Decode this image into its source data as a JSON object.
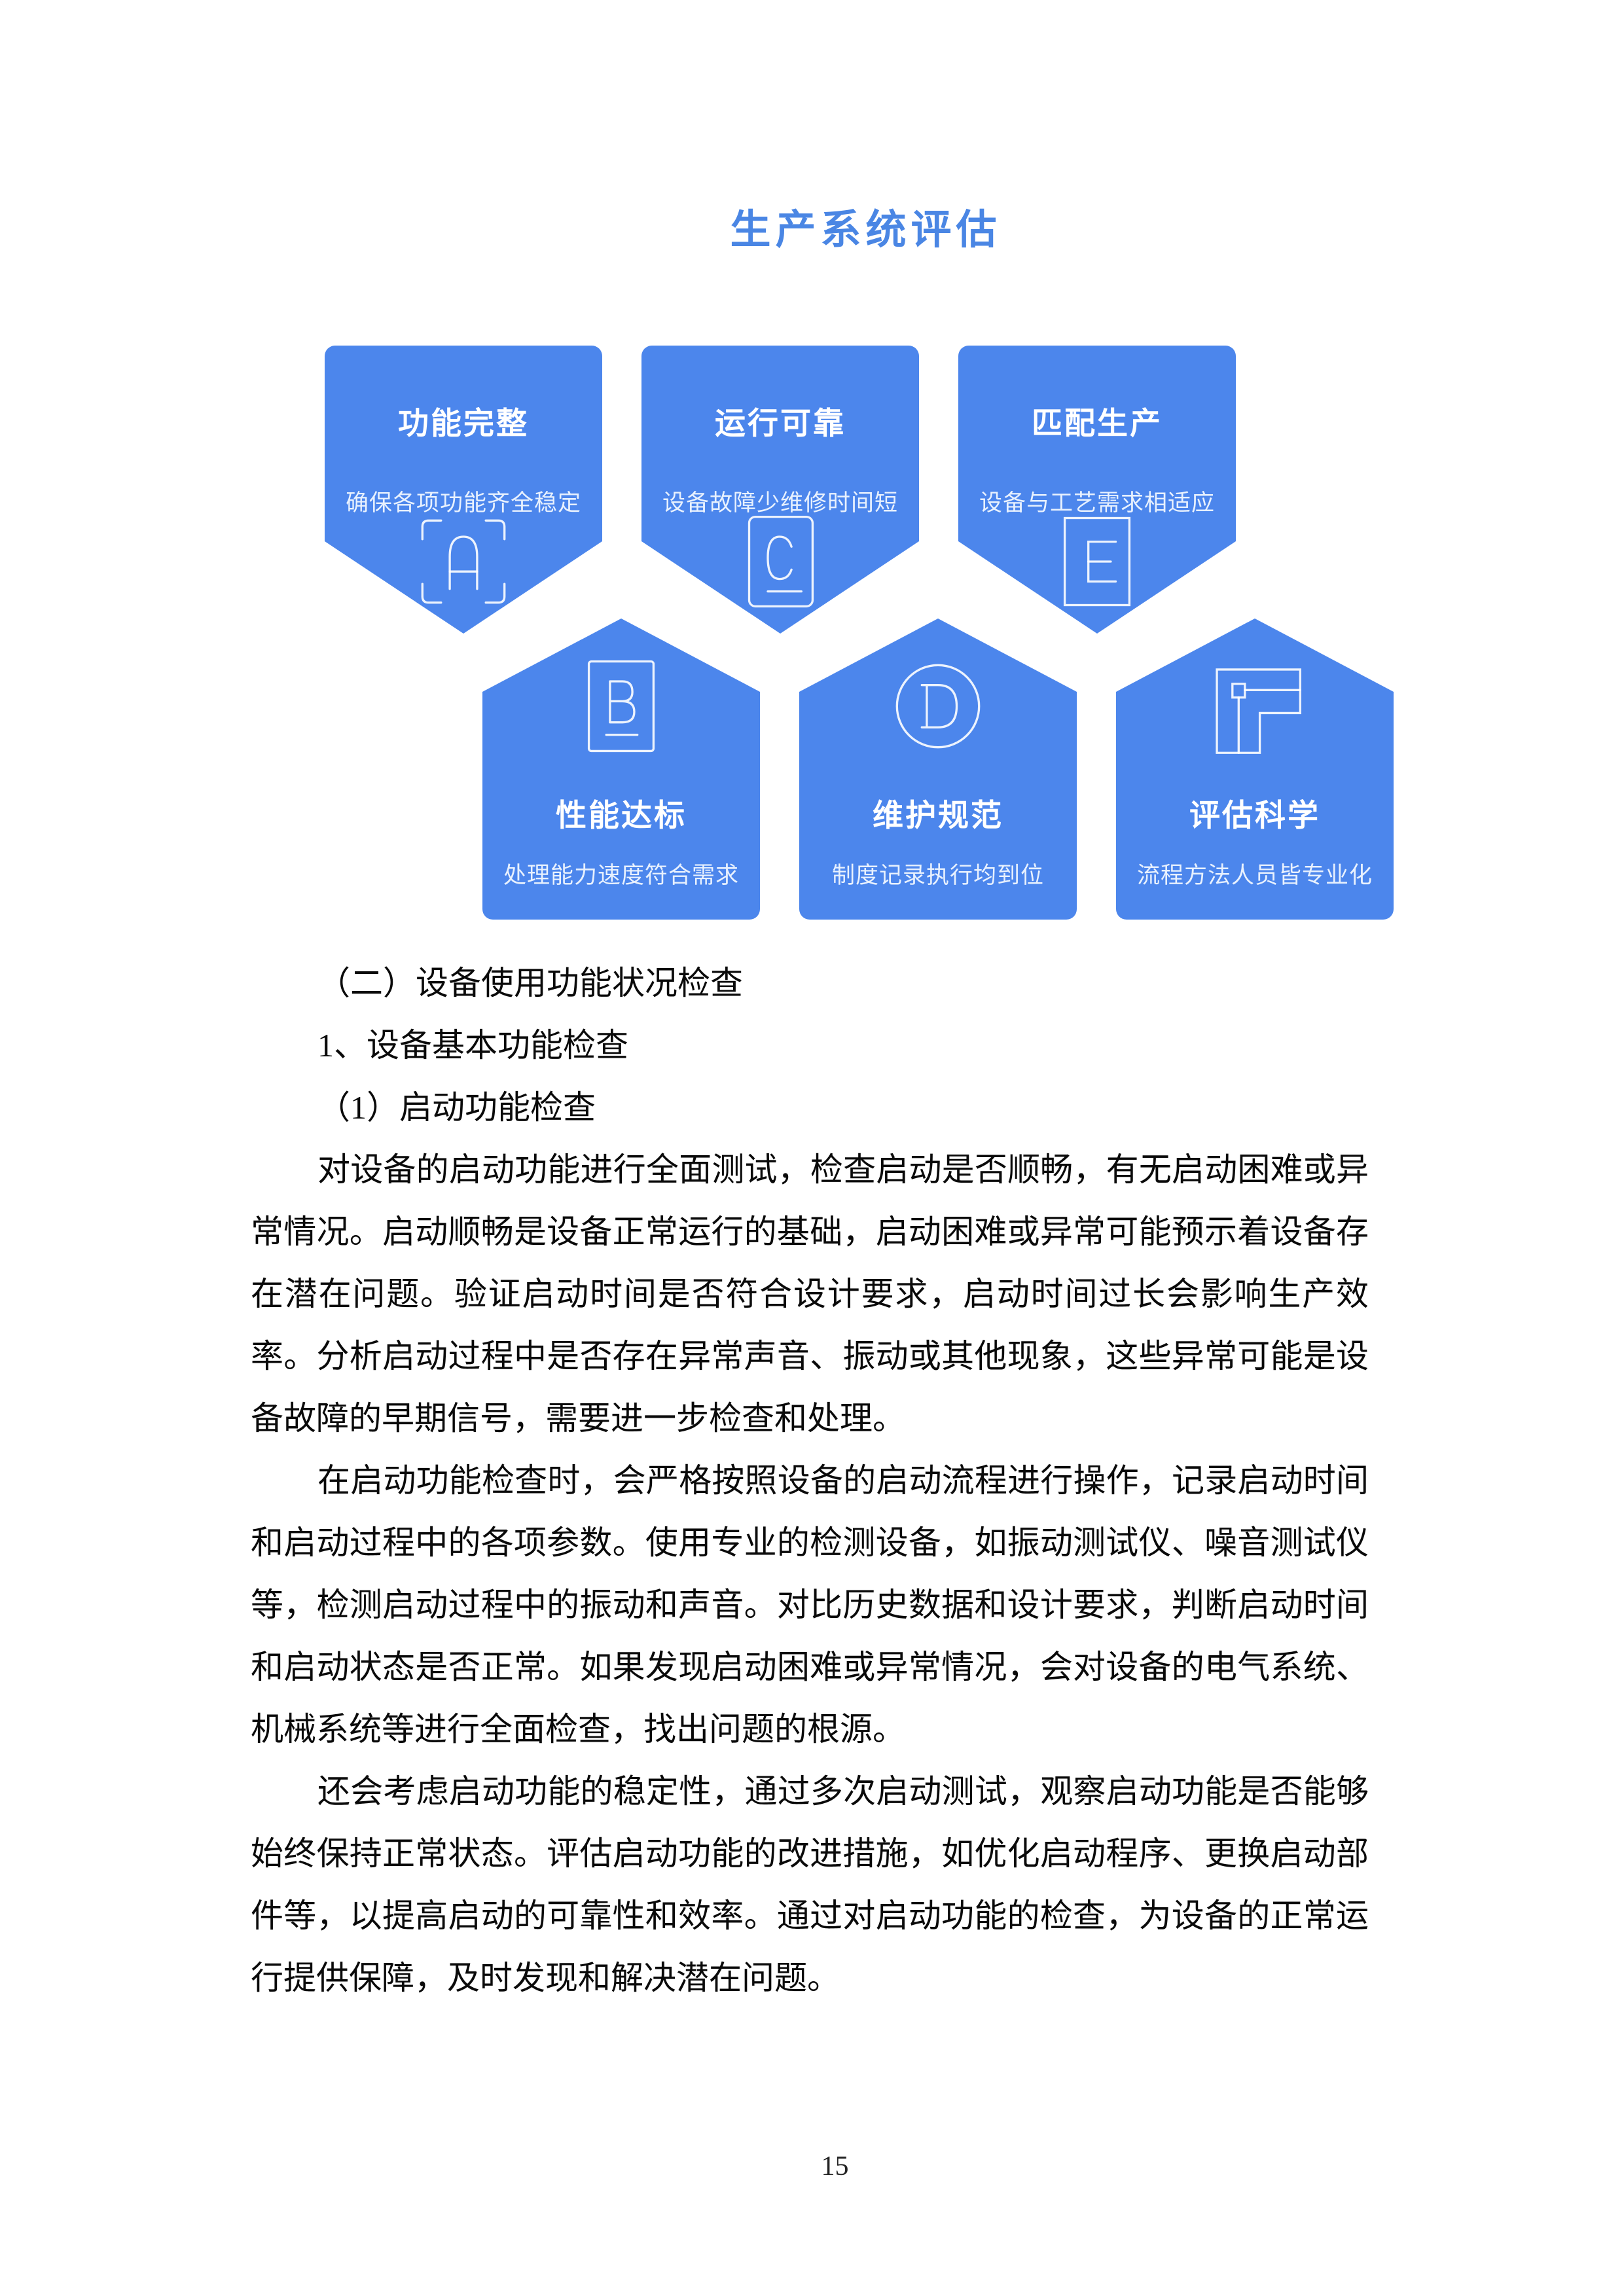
{
  "page": {
    "title": "生产系统评估",
    "page_number": "15"
  },
  "colors": {
    "card_blue": "#4c86ec",
    "title_blue": "#4a86e4"
  },
  "infographic": {
    "cards": [
      {
        "letter": "A",
        "row": "top",
        "title": "功能完整",
        "subtitle": "确保各项功能齐全稳定"
      },
      {
        "letter": "C",
        "row": "top",
        "title": "运行可靠",
        "subtitle": "设备故障少维修时间短"
      },
      {
        "letter": "E",
        "row": "top",
        "title": "匹配生产",
        "subtitle": "设备与工艺需求相适应"
      },
      {
        "letter": "B",
        "row": "bottom",
        "title": "性能达标",
        "subtitle": "处理能力速度符合需求"
      },
      {
        "letter": "D",
        "row": "bottom",
        "title": "维护规范",
        "subtitle": "制度记录执行均到位"
      },
      {
        "letter": "F",
        "row": "bottom",
        "title": "评估科学",
        "subtitle": "流程方法人员皆专业化"
      }
    ]
  },
  "content": {
    "headings": [
      "（二）设备使用功能状况检查",
      "1、设备基本功能检查",
      "（1）启动功能检查"
    ],
    "paragraphs": [
      {
        "lines": [
          "对设备的启动功能进行全面测试，检查启动是否顺畅，有无启动困难或异",
          "常情况。启动顺畅是设备正常运行的基础，启动困难或异常可能预示着设备存",
          "在潜在问题。验证启动时间是否符合设计要求，启动时间过长会影响生产效",
          "率。分析启动过程中是否存在异常声音、振动或其他现象，这些异常可能是设",
          "备故障的早期信号，需要进一步检查和处理。"
        ]
      },
      {
        "lines": [
          "在启动功能检查时，会严格按照设备的启动流程进行操作，记录启动时间",
          "和启动过程中的各项参数。使用专业的检测设备，如振动测试仪、噪音测试仪",
          "等，检测启动过程中的振动和声音。对比历史数据和设计要求，判断启动时间",
          "和启动状态是否正常。如果发现启动困难或异常情况，会对设备的电气系统、",
          "机械系统等进行全面检查，找出问题的根源。"
        ]
      },
      {
        "lines": [
          "还会考虑启动功能的稳定性，通过多次启动测试，观察启动功能是否能够",
          "始终保持正常状态。评估启动功能的改进措施，如优化启动程序、更换启动部",
          "件等，以提高启动的可靠性和效率。通过对启动功能的检查，为设备的正常运",
          "行提供保障，及时发现和解决潜在问题。"
        ]
      }
    ]
  }
}
